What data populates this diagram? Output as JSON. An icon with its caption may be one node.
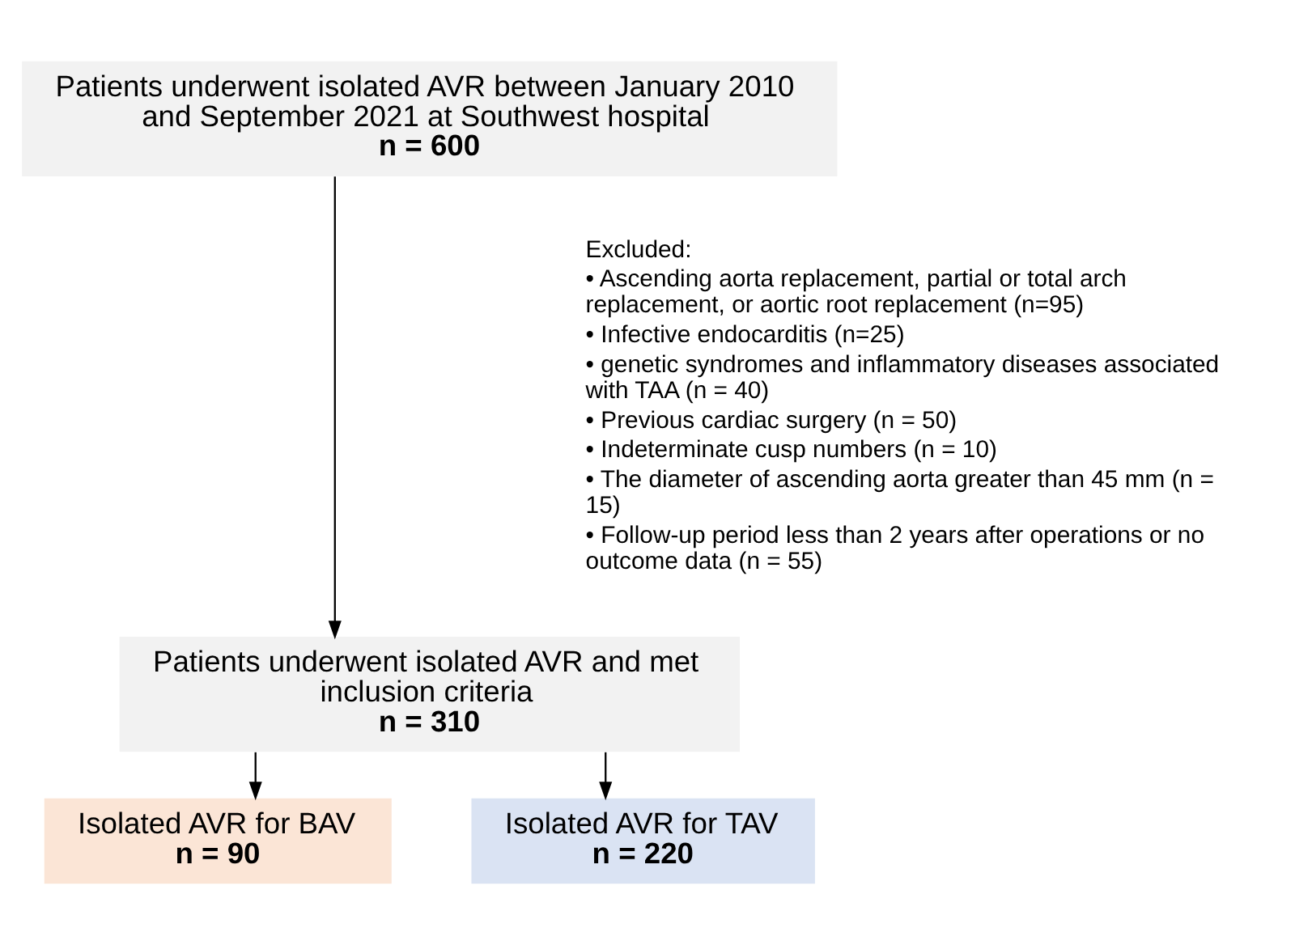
{
  "diagram": {
    "nodes": [
      {
        "text": [
          "Patients underwent isolated AVR between January 2010 and September 2021 at Southwest hospital",
          "n = 600"
        ]
      },
      {
        "text": [
          "Patients underwent isolated AVR and met inclusion criteria",
          "n = 310"
        ]
      },
      {
        "text": [
          "Isolated AVR for BAV",
          "n = 90"
        ]
      },
      {
        "text": [
          "Isolated AVR for TAV",
          "n = 220"
        ]
      }
    ],
    "edges": [
      {
        "from": 0,
        "to": 1,
        "arrow": "to"
      },
      {
        "from": 1,
        "to": 2,
        "arrow": "to"
      },
      {
        "from": 1,
        "to": 3,
        "arrow": "to"
      }
    ],
    "labels": [
      "Excluded:",
      "• Ascending aorta replacement, partial or total arch replacement, or aortic root replacement (n=95)",
      "• Infective endocarditis (n=25)",
      "• genetic syndromes and inflammatory diseases associated with TAA (n = 40)",
      "• Previous cardiac surgery (n = 50)",
      "• Indeterminate cusp numbers (n = 10)",
      "• The diameter of ascending aorta greater than 45 mm (n = 15)",
      "• Follow-up period less than 2 years after operations or no outcome data (n = 55)"
    ]
  }
}
